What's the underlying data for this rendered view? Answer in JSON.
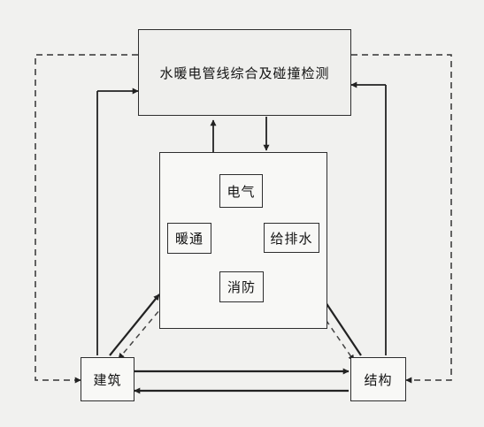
{
  "diagram": {
    "nodes": {
      "top": "水暖电管线综合及碰撞检测",
      "electric": "电气",
      "hvac": "暖通",
      "water": "给排水",
      "fire": "消防",
      "architecture": "建筑",
      "structure": "结构"
    }
  }
}
